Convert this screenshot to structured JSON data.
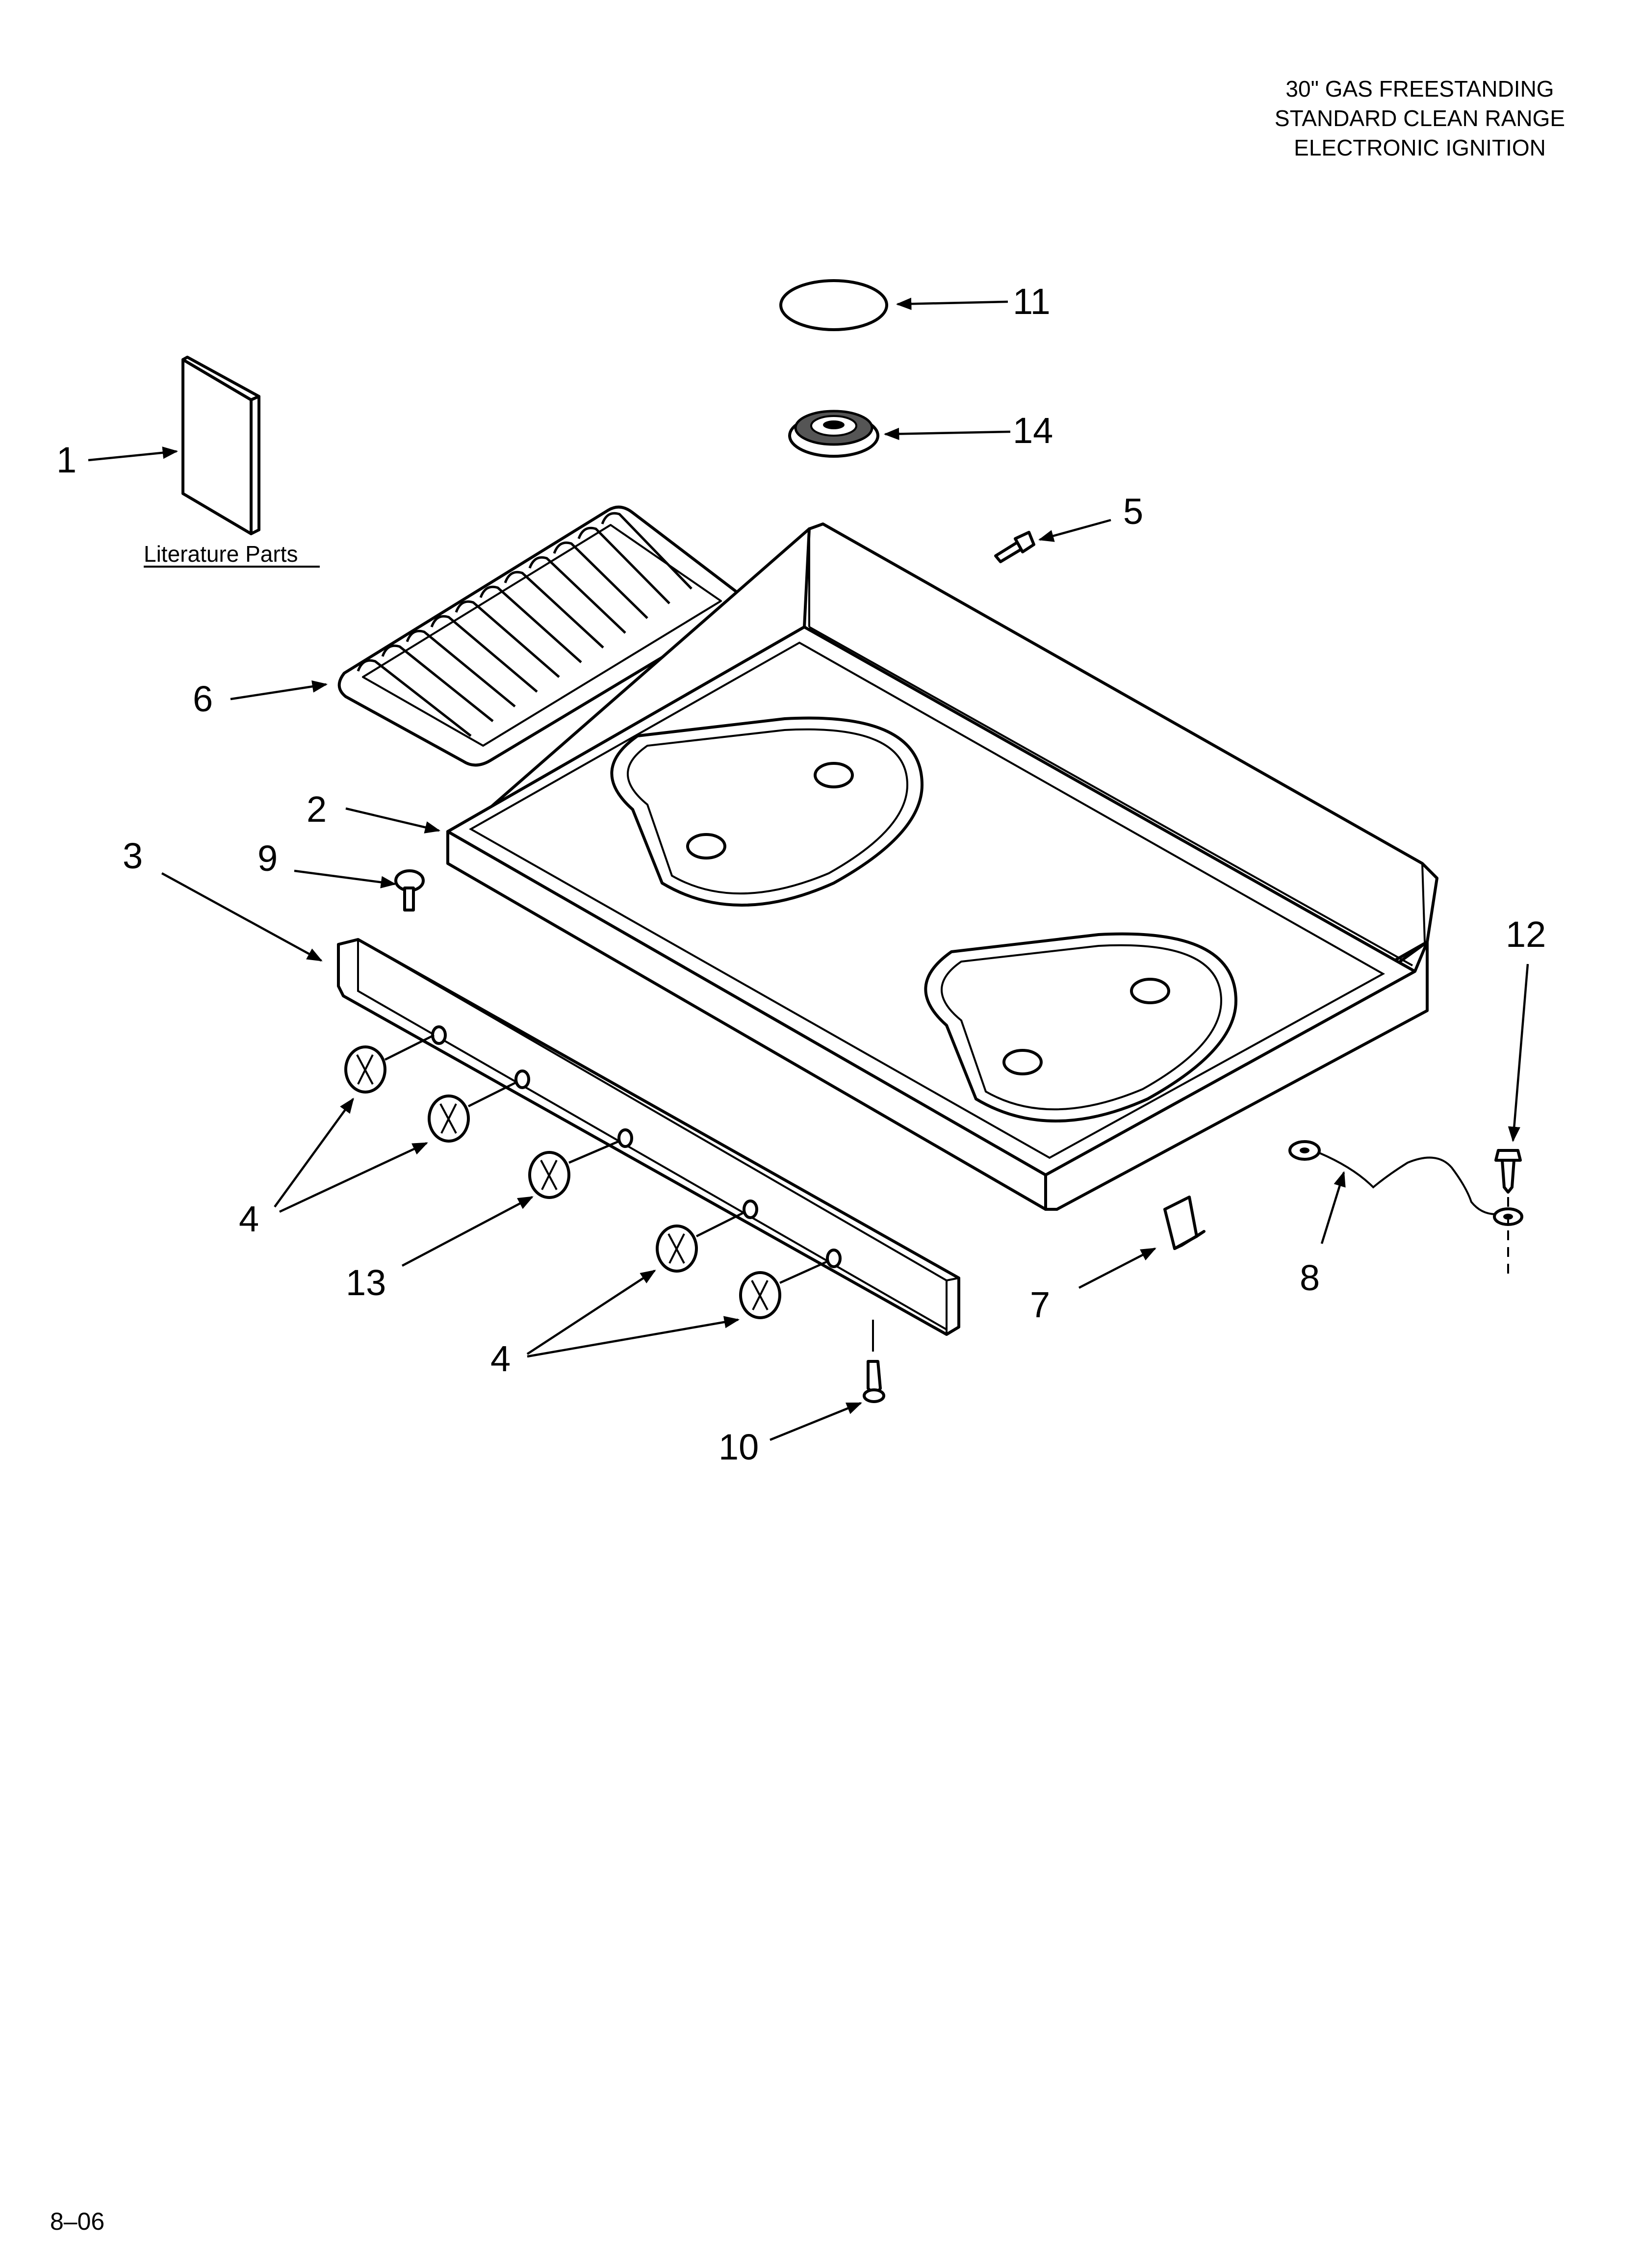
{
  "header": {
    "line1": "30\" GAS FREESTANDING",
    "line2": "STANDARD CLEAN RANGE",
    "line3": "ELECTRONIC IGNITION"
  },
  "literature_label": "Literature Parts",
  "footer_code": "8–06",
  "callouts": {
    "c1": "1",
    "c2": "2",
    "c3": "3",
    "c4a": "4",
    "c4b": "4",
    "c5": "5",
    "c6": "6",
    "c7": "7",
    "c8": "8",
    "c9": "9",
    "c10": "10",
    "c11": "11",
    "c12": "12",
    "c13": "13",
    "c14": "14"
  }
}
